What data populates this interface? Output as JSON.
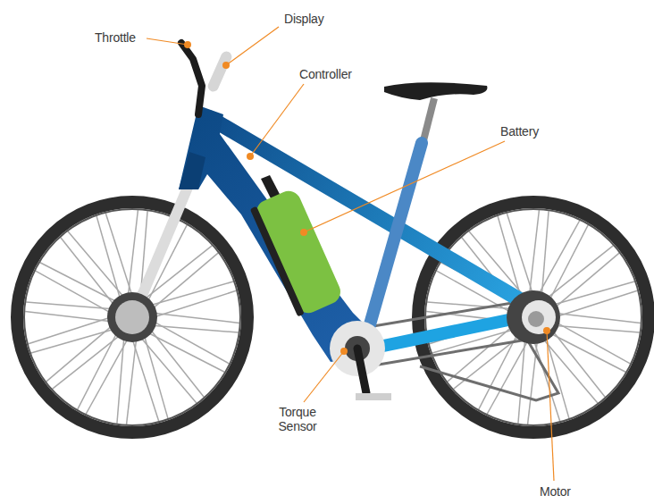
{
  "diagram": {
    "labels": [
      "Throttle",
      "Display",
      "Controller",
      "Battery",
      "Torque Sensor",
      "Motor"
    ]
  }
}
